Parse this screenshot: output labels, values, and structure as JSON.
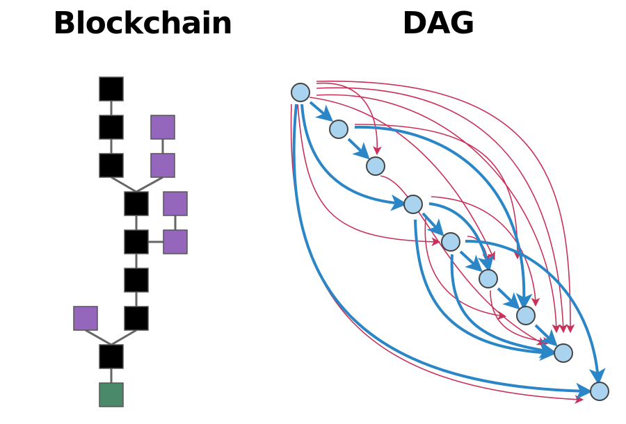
{
  "titles": {
    "blockchain": "Blockchain",
    "dag": "DAG"
  },
  "colors": {
    "main_block": "#000000",
    "orphan_block": "#9467bd",
    "genesis_block": "#4a8a6a",
    "block_border": "#555555",
    "node_fill": "#a9d3ee",
    "node_border": "#444444",
    "direct_edge": "#2a86c6",
    "indirect_edge": "#c8315a",
    "connector": "#666666"
  },
  "blockchain": {
    "blocks": [
      {
        "id": "b1",
        "kind": "main",
        "col": 0,
        "row": 0
      },
      {
        "id": "b2",
        "kind": "main",
        "col": 0,
        "row": 1
      },
      {
        "id": "b3",
        "kind": "main",
        "col": 0,
        "row": 2
      },
      {
        "id": "b4",
        "kind": "main",
        "col": 1,
        "row": 3
      },
      {
        "id": "b5",
        "kind": "main",
        "col": 1,
        "row": 4
      },
      {
        "id": "b6",
        "kind": "main",
        "col": 1,
        "row": 5
      },
      {
        "id": "b7",
        "kind": "main",
        "col": 1,
        "row": 6
      },
      {
        "id": "b8",
        "kind": "main",
        "col": 0,
        "row": 7
      },
      {
        "id": "g",
        "kind": "genesis",
        "col": 0,
        "row": 8
      },
      {
        "id": "o1",
        "kind": "orphan",
        "col": 2,
        "row": 1
      },
      {
        "id": "o2",
        "kind": "orphan",
        "col": 2,
        "row": 2
      },
      {
        "id": "o3",
        "kind": "orphan",
        "col": 3,
        "row": 3
      },
      {
        "id": "o4",
        "kind": "orphan",
        "col": 3,
        "row": 4
      },
      {
        "id": "o5",
        "kind": "orphan",
        "col": -1,
        "row": 6
      }
    ],
    "links": [
      [
        "b1",
        "b2"
      ],
      [
        "b2",
        "b3"
      ],
      [
        "b3",
        "b4"
      ],
      [
        "o1",
        "o2"
      ],
      [
        "o2",
        "b4"
      ],
      [
        "b4",
        "b5"
      ],
      [
        "o3",
        "o4"
      ],
      [
        "o4",
        "b5"
      ],
      [
        "b5",
        "b6"
      ],
      [
        "b6",
        "b7"
      ],
      [
        "b7",
        "b8"
      ],
      [
        "o5",
        "b8"
      ],
      [
        "b8",
        "g"
      ]
    ]
  },
  "dag": {
    "nodes": [
      "A",
      "B",
      "C",
      "D",
      "E",
      "F",
      "G",
      "H",
      "I"
    ],
    "direct_edges": [
      [
        "A",
        "B"
      ],
      [
        "B",
        "C"
      ],
      [
        "A",
        "D"
      ],
      [
        "B",
        "G"
      ],
      [
        "D",
        "E"
      ],
      [
        "D",
        "F"
      ],
      [
        "E",
        "F"
      ],
      [
        "F",
        "G"
      ],
      [
        "G",
        "H"
      ],
      [
        "E",
        "I"
      ],
      [
        "D",
        "H"
      ],
      [
        "E",
        "H"
      ],
      [
        "A",
        "I"
      ]
    ],
    "indirect_edges": [
      [
        "A",
        "C"
      ],
      [
        "A",
        "E"
      ],
      [
        "A",
        "F"
      ],
      [
        "A",
        "H"
      ],
      [
        "A",
        "H"
      ],
      [
        "A",
        "H"
      ],
      [
        "B",
        "H"
      ],
      [
        "D",
        "F"
      ],
      [
        "D",
        "H"
      ],
      [
        "E",
        "G"
      ],
      [
        "F",
        "H"
      ],
      [
        "A",
        "I"
      ],
      [
        "C",
        "G"
      ]
    ]
  }
}
